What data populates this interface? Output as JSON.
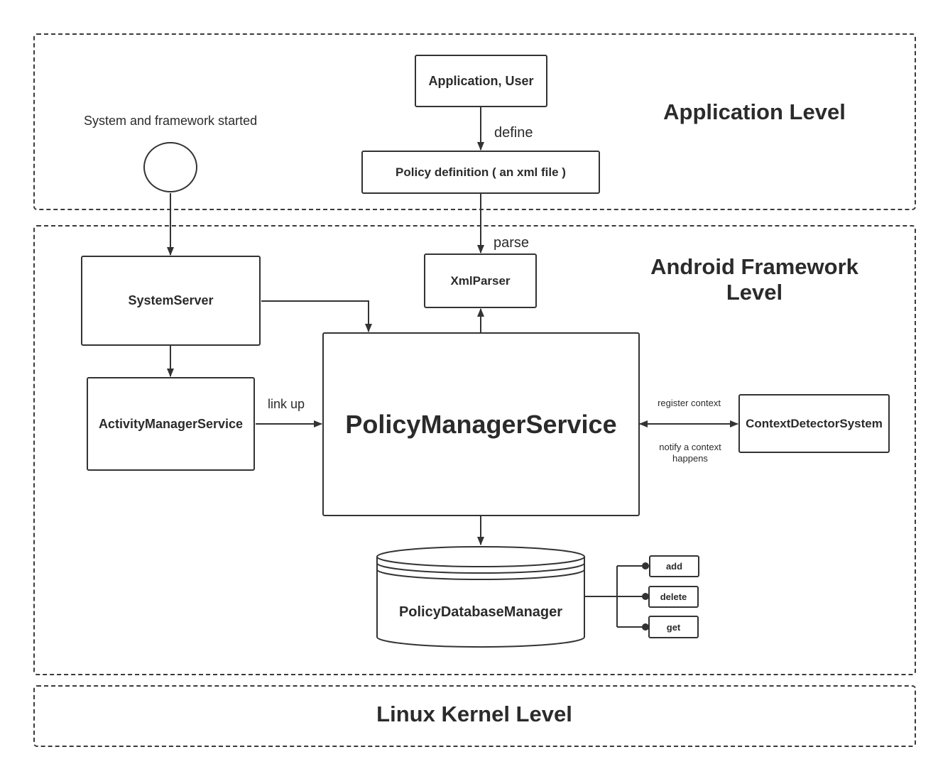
{
  "levels": {
    "application": "Application Level",
    "framework_line1": "Android Framework",
    "framework_line2": "Level",
    "kernel": "Linux Kernel Level"
  },
  "start_label": "System and framework started",
  "nodes": {
    "app_user": "Application, User",
    "policy_def": "Policy definition ( an xml file )",
    "xml_parser": "XmlParser",
    "system_server": "SystemServer",
    "activity_manager": "ActivityManagerService",
    "policy_manager": "PolicyManagerService",
    "context_detector": "ContextDetectorSystem",
    "policy_db": "PolicyDatabaseManager"
  },
  "db_ops": [
    "add",
    "delete",
    "get"
  ],
  "edge_labels": {
    "define": "define",
    "parse": "parse",
    "link_up": "link up",
    "register_context": "register context",
    "notify_context_line1": "notify a context",
    "notify_context_line2": "happens"
  }
}
